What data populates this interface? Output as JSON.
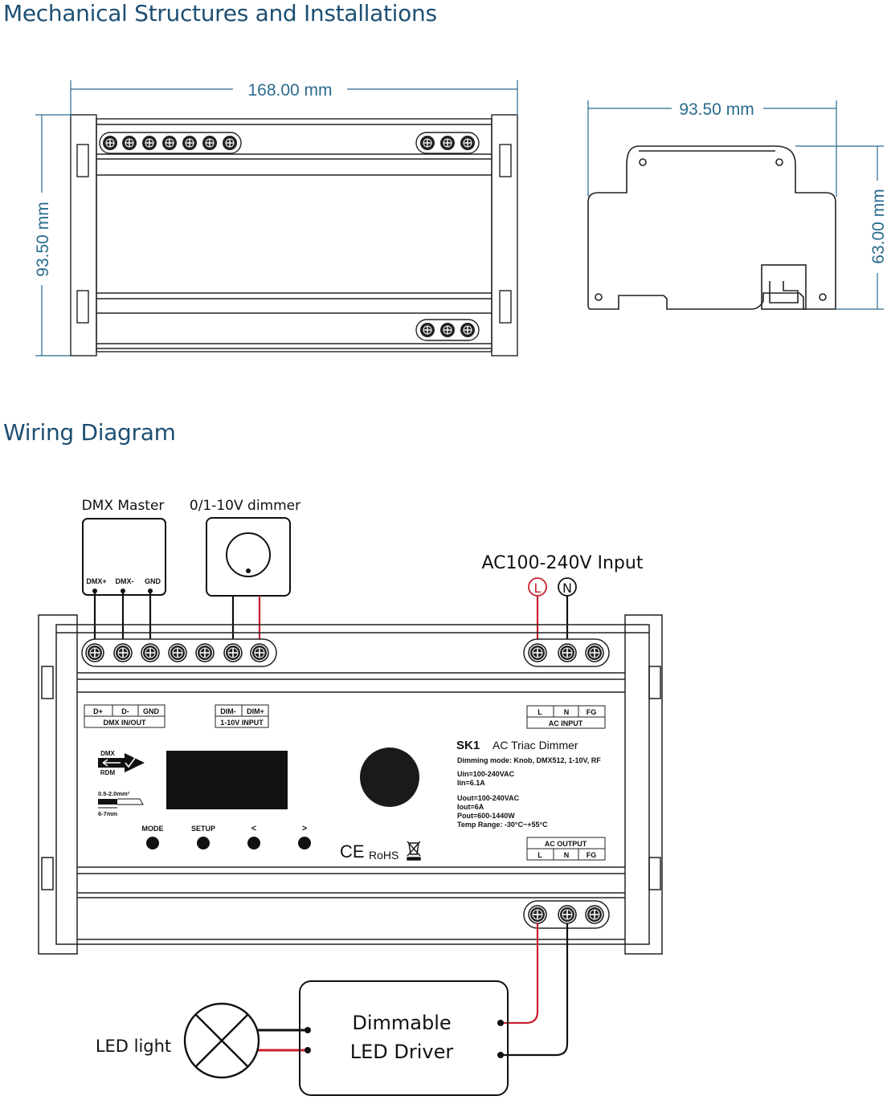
{
  "sections": {
    "mechanical_title": "Mechanical Structures and Installations",
    "wiring_title": "Wiring Diagram"
  },
  "mechanical": {
    "front_width": "168.00 mm",
    "front_height": "93.50 mm",
    "side_width": "93.50 mm",
    "side_height": "63.00 mm",
    "top_terminals_left": 7,
    "top_terminals_right": 3,
    "bottom_terminals_right": 3
  },
  "wiring": {
    "dmx_master": {
      "title": "DMX Master",
      "pins": [
        "DMX+",
        "DMX-",
        "GND"
      ]
    },
    "dimmer": {
      "title": "0/1-10V dimmer"
    },
    "ac_input": {
      "title": "AC100-240V Input",
      "l_label": "L",
      "n_label": "N"
    },
    "device": {
      "dmx_block": {
        "cells": [
          "D+",
          "D-",
          "GND"
        ],
        "caption": "DMX IN/OUT"
      },
      "dim_block": {
        "cells": [
          "DIM-",
          "DIM+"
        ],
        "caption": "1-10V INPUT"
      },
      "ac_in_block": {
        "cells": [
          "L",
          "N",
          "FG"
        ],
        "caption": "AC INPUT"
      },
      "ac_out_block": {
        "cells": [
          "L",
          "N",
          "FG"
        ],
        "caption": "AC OUTPUT"
      },
      "dmx_arrow_top": "DMX",
      "dmx_arrow_bottom": "RDM",
      "wire_gauge": "0.5-2.0mm²",
      "strip_length": "6-7mm",
      "model": "SK1",
      "product_name": "AC Triac Dimmer",
      "specs": [
        "Dimming mode: Knob, DMX512, 1-10V, RF",
        "Uin=100-240VAC",
        "Iin=6.1A",
        "Uout=100-240VAC",
        "Iout=6A",
        "Pout=600-1440W",
        "Temp Range: -30°C~+55°C"
      ],
      "buttons": [
        "MODE",
        "SETUP",
        "<",
        ">"
      ],
      "ce_mark": "CE",
      "rohs_mark": "RoHS"
    },
    "driver": {
      "line1": "Dimmable",
      "line2": "LED Driver"
    },
    "led_label": "LED light"
  },
  "colors": {
    "heading": "#1d4f73",
    "dimension": "#2a6a8e",
    "live_wire": "#c8202e",
    "neutral_wire": "#111111"
  }
}
